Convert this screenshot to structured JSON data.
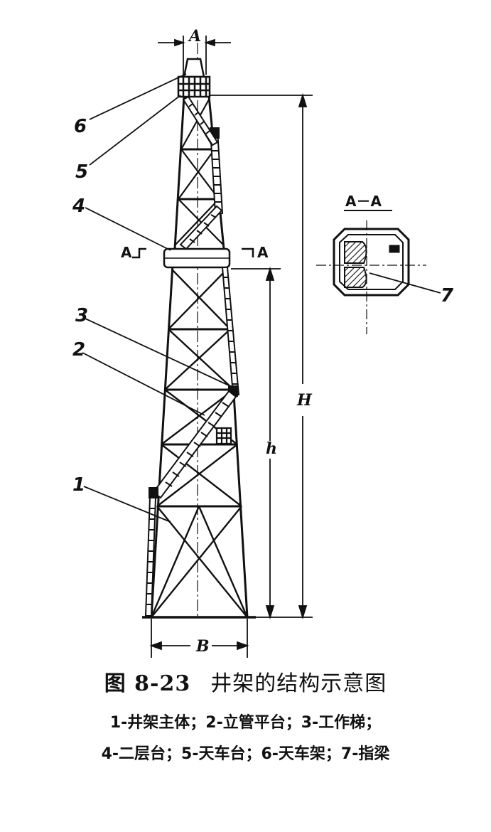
{
  "figure": {
    "number": "图 8-23",
    "title": "井架的结构示意图",
    "legend_line1": "1-井架主体；2-立管平台；3-工作梯；",
    "legend_line2": "4-二层台；5-天车台；6-天车架；7-指梁"
  },
  "dimensions": {
    "top_width": "A",
    "base_width": "B",
    "total_height": "H",
    "platform_height": "h"
  },
  "section": {
    "title": "A－A",
    "cut_mark_left": "A",
    "cut_mark_right": "A"
  },
  "callouts": [
    {
      "id": "1",
      "text": "1"
    },
    {
      "id": "2",
      "text": "2"
    },
    {
      "id": "3",
      "text": "3"
    },
    {
      "id": "4",
      "text": "4"
    },
    {
      "id": "5",
      "text": "5"
    },
    {
      "id": "6",
      "text": "6"
    },
    {
      "id": "7",
      "text": "7"
    }
  ]
}
